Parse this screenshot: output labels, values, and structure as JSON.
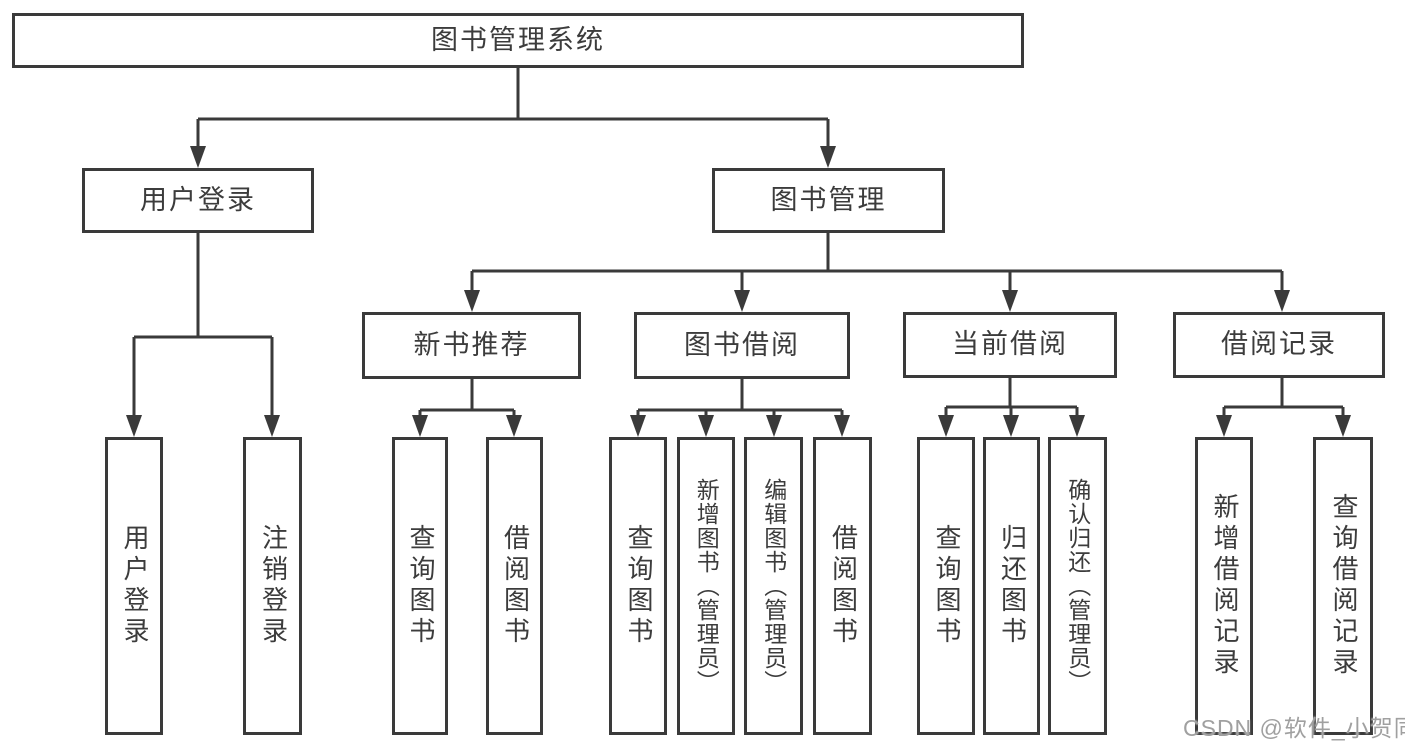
{
  "diagram_title": "图书管理系统",
  "nodes": {
    "root": {
      "label": "图书管理系统"
    },
    "user_login": {
      "label": "用户登录"
    },
    "book_management": {
      "label": "图书管理"
    },
    "new_book_recommendation": {
      "label": "新书推荐"
    },
    "book_borrowing": {
      "label": "图书借阅"
    },
    "current_borrowing": {
      "label": "当前借阅"
    },
    "borrowing_records": {
      "label": "借阅记录"
    },
    "leaf_user_login": {
      "label": "用户登录"
    },
    "leaf_logout": {
      "label": "注销登录"
    },
    "nb_query_books": {
      "label": "查询图书"
    },
    "nb_borrow_books": {
      "label": "借阅图书"
    },
    "bb_query_books": {
      "label": "查询图书"
    },
    "bb_add_books_admin": {
      "label": "新增图书（管理员）"
    },
    "bb_edit_books_admin": {
      "label": "编辑图书（管理员）"
    },
    "bb_borrow_books": {
      "label": "借阅图书"
    },
    "cb_query_books": {
      "label": "查询图书"
    },
    "cb_return_books": {
      "label": "归还图书"
    },
    "cb_confirm_return_admin": {
      "label": "确认归还（管理员）"
    },
    "br_add_record": {
      "label": "新增借阅记录"
    },
    "br_query_record": {
      "label": "查询借阅记录"
    }
  },
  "watermark": {
    "text": "CSDN @软件_小贺同学"
  },
  "colors": {
    "line": "#3a3a3a",
    "box_border": "#3a3a3a",
    "text": "#3c3c3c",
    "background": "#ffffff",
    "watermark": "#a0a0a0"
  }
}
